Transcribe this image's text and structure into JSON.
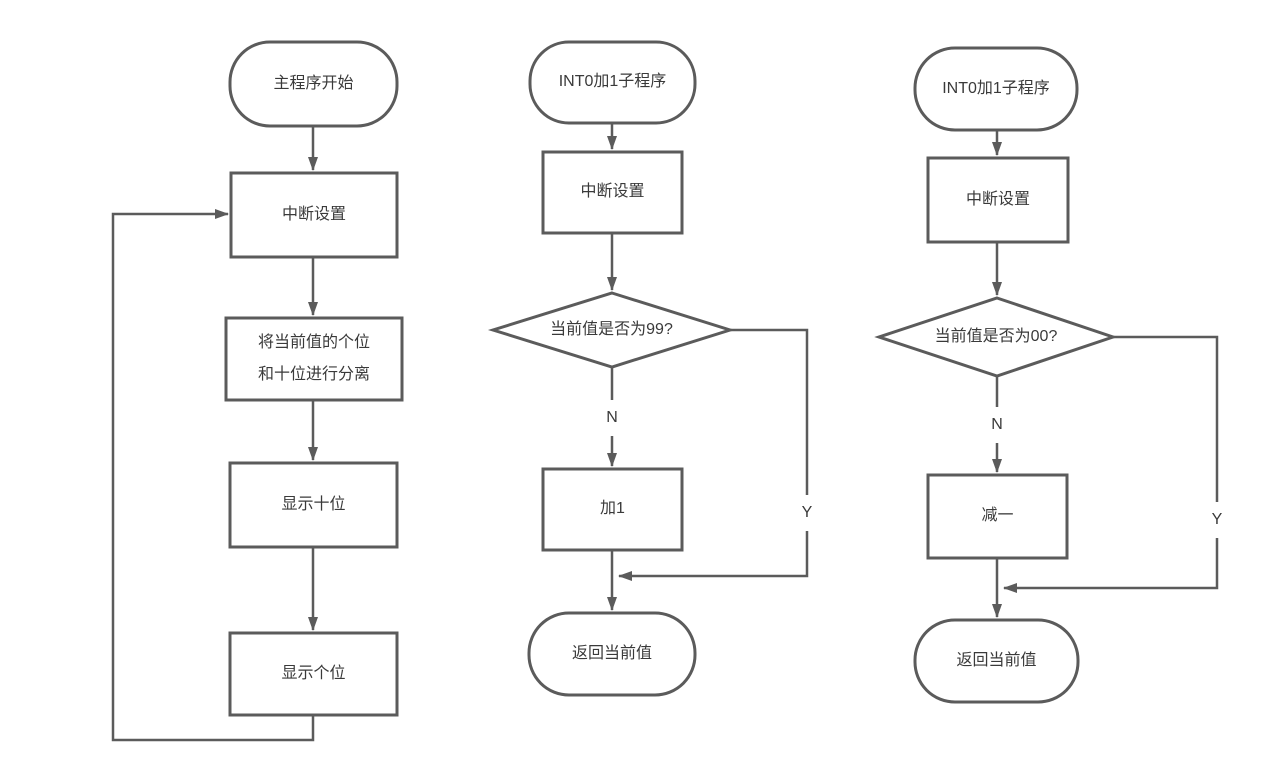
{
  "diagram": {
    "background": "#ffffff",
    "shape_stroke_color": "#5b5b5b",
    "label_color": "#3a3a3a",
    "flows": [
      {
        "nodes": {
          "start": "主程序开始",
          "interrupt_setup": "中断设置",
          "split_line1": "将当前值的个位",
          "split_line2": "和十位进行分离",
          "show_tens": "显示十位",
          "show_ones": "显示个位"
        }
      },
      {
        "nodes": {
          "start": "INT0加1子程序",
          "interrupt_setup": "中断设置",
          "decision": "当前值是否为99?",
          "no_label": "N",
          "yes_label": "Y",
          "action": "加1",
          "end": "返回当前值"
        }
      },
      {
        "nodes": {
          "start": "INT0加1子程序",
          "interrupt_setup": "中断设置",
          "decision": "当前值是否为00?",
          "no_label": "N",
          "yes_label": "Y",
          "action": "减一",
          "end": "返回当前值"
        }
      }
    ]
  }
}
